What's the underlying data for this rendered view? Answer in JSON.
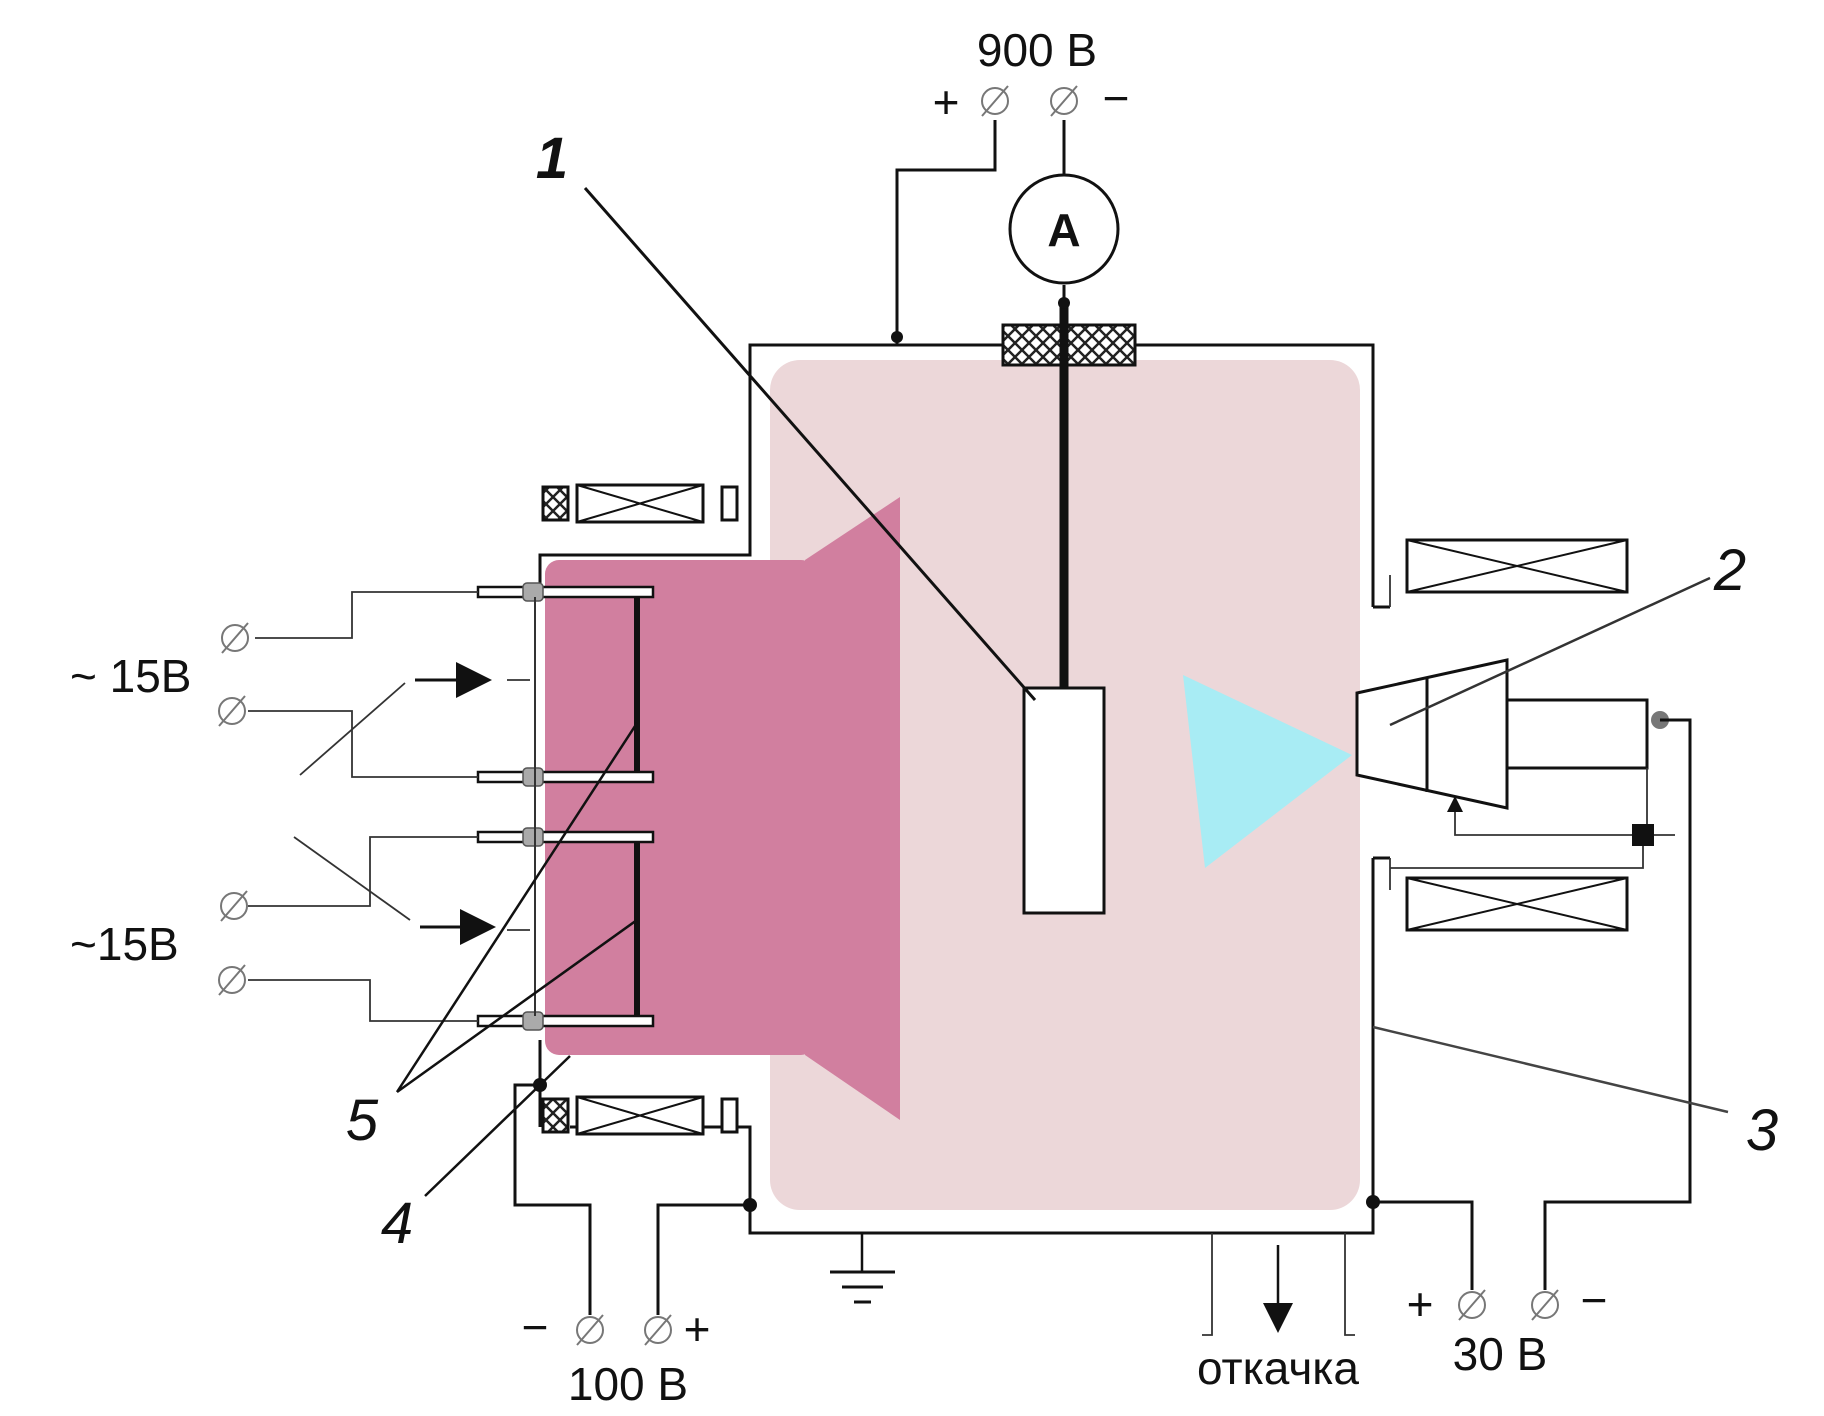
{
  "diagram": {
    "supplies": {
      "top": "900 В",
      "bottom_left": "100 В",
      "bottom_right": "30 В",
      "heater_upper": "~ 15В",
      "heater_lower": "~15В"
    },
    "polarity": {
      "top_plus": "+",
      "top_minus": "−",
      "bottom_left_minus": "−",
      "bottom_left_plus": "+",
      "bottom_right_plus": "+",
      "bottom_right_minus": "−"
    },
    "ammeter_label": "A",
    "pumping_label": "откачка",
    "callouts": [
      "1",
      "2",
      "3",
      "4",
      "5"
    ],
    "colors": {
      "chamber_fill": "#ecd7d9",
      "plasma_source": "#d17f9f",
      "ion_beam": "#a8ecf4",
      "insulator": "#555555"
    }
  }
}
